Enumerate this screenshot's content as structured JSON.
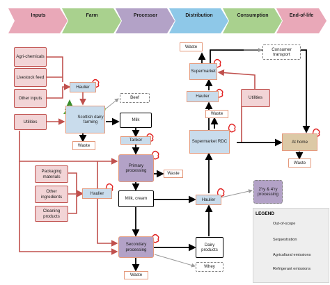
{
  "stages": [
    "Inputs",
    "Farm",
    "Processor",
    "Distribution",
    "Consumption",
    "End-of-life"
  ],
  "colors": {
    "stage_1": "#e9a8b8",
    "stage_2": "#a9d18e",
    "stage_3": "#b3a2c7",
    "stage_4": "#8ec8e8",
    "stage_5": "#a9d18e",
    "stage_6": "#e9a8b8",
    "input_fill": "#f2d4d6",
    "input_border": "#c0504d",
    "blue_fill": "#c9dcec",
    "processor_fill": "#b3a2c7",
    "home_fill": "#dcc9a6",
    "arrow_red": "#c0504d"
  },
  "nodes": {
    "agrichemicals": "Agri-chemicals",
    "livestock_feed": "Livestock feed",
    "other_inputs": "Other inputs",
    "utilities_left": "Utilities",
    "haulier_farm": "Haulier",
    "scottish_dairy_farming": "Scottish dairy farming",
    "beef": "Beef",
    "milk": "Milk",
    "tanker": "Tanker",
    "waste_farm": "Waste",
    "primary_processing": "Primary processing",
    "waste_primary": "Waste",
    "packaging_materials": "Packaging materials",
    "other_ingredients": "Other ingredients",
    "cleaning_products": "Cleaning products",
    "haulier_processor": "Haulier",
    "milk_cream": "Milk, cream",
    "haulier_distribution": "Haulier",
    "tertiary_processing": "2'ry & 4'ry processing",
    "secondary_processing": "Secondary processing",
    "dairy_products": "Dairy products",
    "waste_secondary": "Waste",
    "whey": "Whey",
    "waste_top": "Waste",
    "supermarket": "Supermarket",
    "consumer_transport": "Consumer transport",
    "haulier_retail": "Haulier",
    "utilities_right": "Utilities",
    "waste_rdc": "Waste",
    "supermarket_rdc": "Supermarket RDC",
    "at_home": "At home",
    "waste_home": "Waste"
  },
  "legend": {
    "title": "LEGEND",
    "out_of_scope": "Out-of-scope",
    "sequestration": "Sequestration",
    "agricultural_emissions": "Agricultural emissions",
    "refrigerant_emissions": "Refrigerant emissions"
  }
}
